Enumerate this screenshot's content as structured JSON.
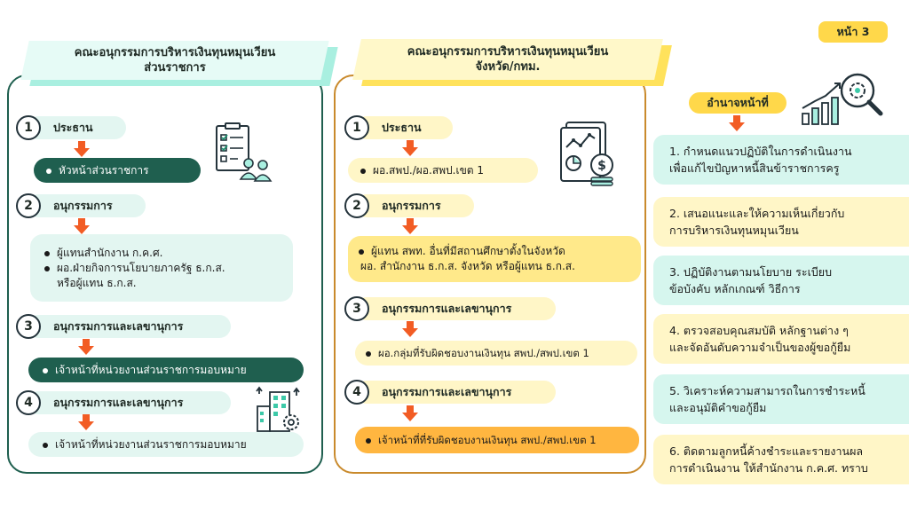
{
  "page_label": "หน้า 3",
  "left": {
    "title": [
      "คณะอนุกรรมการบริหารเงินทุนหมุนเวียน",
      "ส่วนราชการ"
    ],
    "sections": [
      {
        "num": "1",
        "label": "ประธาน",
        "items": [
          "หัวหน้าส่วนราชการ"
        ]
      },
      {
        "num": "2",
        "label": "อนุกรรมการ",
        "items": [
          "ผู้แทนสำนักงาน ก.ค.ศ.",
          "ผอ.ฝ่ายกิจการนโยบายภาครัฐ ธ.ก.ส.",
          "หรือผู้แทน ธ.ก.ส."
        ]
      },
      {
        "num": "3",
        "label": "อนุกรรมการและเลขานุการ",
        "items": [
          "เจ้าหน้าที่หน่วยงานส่วนราชการมอบหมาย"
        ]
      },
      {
        "num": "4",
        "label": "อนุกรรมการและเลขานุการ",
        "items": [
          "เจ้าหน้าที่หน่วยงานส่วนราชการมอบหมาย"
        ]
      }
    ]
  },
  "middle": {
    "title": [
      "คณะอนุกรรมการบริหารเงินทุนหมุนเวียน",
      "จังหวัด/กทม."
    ],
    "sections": [
      {
        "num": "1",
        "label": "ประธาน",
        "items": [
          "ผอ.สพป./ผอ.สพป.เขต 1"
        ]
      },
      {
        "num": "2",
        "label": "อนุกรรมการ",
        "items": [
          "ผู้แทน สพท. อื่นที่มีสถานศึกษาตั้งในจังหวัด",
          "ผอ. สำนักงาน ธ.ก.ส. จังหวัด หรือผู้แทน ธ.ก.ส."
        ]
      },
      {
        "num": "3",
        "label": "อนุกรรมการและเลขานุการ",
        "items": [
          "ผอ.กลุ่มที่รับผิดชอบงานเงินทุน สพป./สพป.เขต 1"
        ]
      },
      {
        "num": "4",
        "label": "อนุกรรมการและเลขานุการ",
        "items": [
          "เจ้าหน้าที่ที่รับผิดชอบงานเงินทุน สพป./สพป.เขต 1"
        ]
      }
    ]
  },
  "right": {
    "title": "อำนาจหน้าที่",
    "duties": [
      [
        "1. กำหนดแนวปฏิบัติในการดำเนินงาน",
        "เพื่อแก้ไขปัญหาหนี้สินข้าราชการครู"
      ],
      [
        "2. เสนอแนะและให้ความเห็นเกี่ยวกับ",
        "การบริหารเงินทุนหมุนเวียน"
      ],
      [
        "3. ปฏิบัติงานตามนโยบาย ระเบียบ",
        "ข้อบังคับ หลักเกณฑ์ วิธีการ"
      ],
      [
        "4. ตรวจสอบคุณสมบัติ หลักฐานต่าง ๆ",
        "และจัดอันดับความจำเป็นของผู้ขอกู้ยืม"
      ],
      [
        "5. วิเคราะห์ความสามารถในการชำระหนี้",
        "และอนุมัติคำขอกู้ยืม"
      ],
      [
        "6. ติดตามลูกหนี้ค้างชำระและรายงานผล",
        "การดำเนินงาน ให้สำนักงาน ก.ค.ศ. ทราบ"
      ]
    ]
  },
  "colors": {
    "teal_dark": "#1f5f4f",
    "teal_light": "#e3f6f1",
    "mint": "#a9efe0",
    "yellow": "#ffe98a",
    "yellow_light": "#fff6c7",
    "orange": "#ffb640",
    "arrow": "#f25c24",
    "outline_dark": "#24333b"
  }
}
